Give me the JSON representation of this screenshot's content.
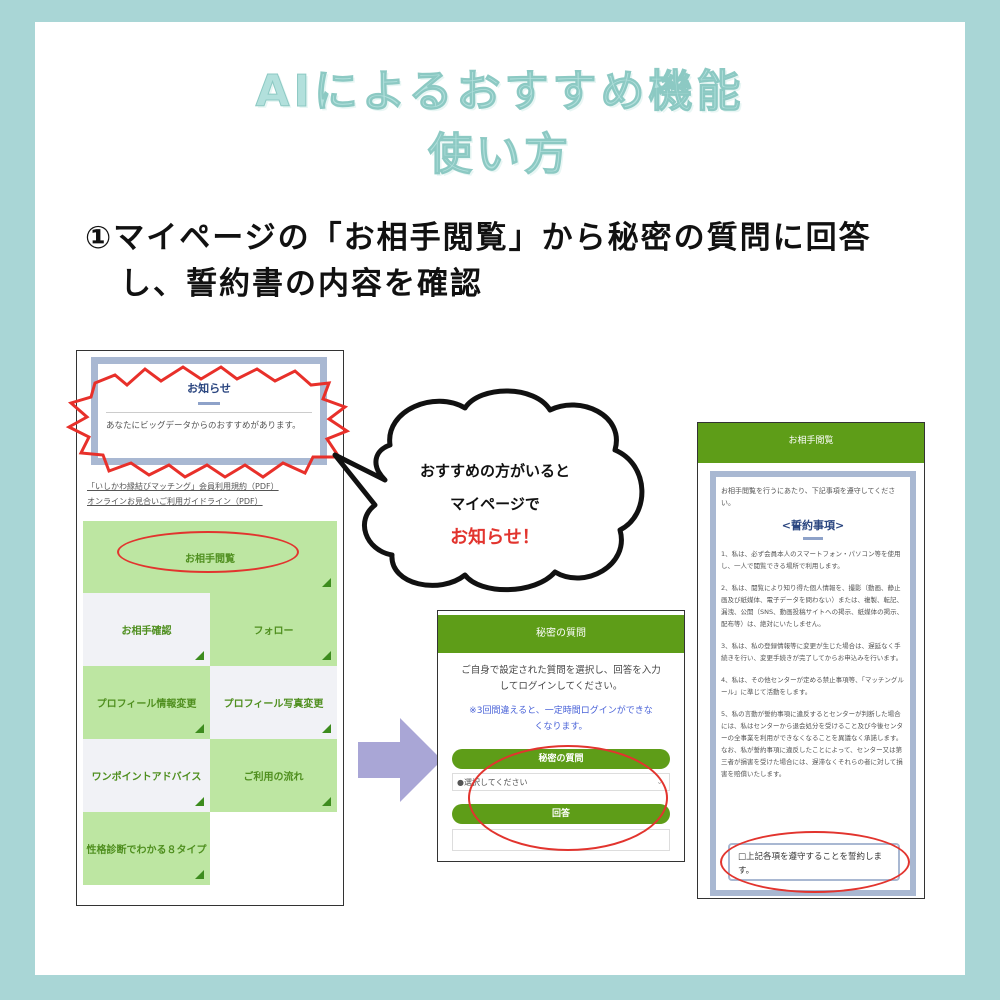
{
  "header": {
    "title_line1": "AIによるおすすめ機能",
    "title_line2": "使い方"
  },
  "step": {
    "line1": "①マイページの「お相手閲覧」から秘密の質問に回答",
    "line2": "し、誓約書の内容を確認"
  },
  "mypage": {
    "notice_title": "お知らせ",
    "notice_text": "あなたにビッグデータからのおすすめがあります。",
    "links": [
      "「いしかわ縁結びマッチング」会員利用規約（PDF）",
      "オンラインお見合いご利用ガイドライン（PDF）"
    ],
    "menu": [
      "お相手閲覧",
      "お相手確認",
      "フォロー",
      "プロフィール情報変更",
      "プロフィール写真変更",
      "ワンポイントアドバイス",
      "ご利用の流れ",
      "性格診断でわかる８タイプ"
    ]
  },
  "bubble": {
    "line1": "おすすめの方がいると",
    "line2": "マイページで",
    "line3": "お知らせ！"
  },
  "secret": {
    "header": "秘密の質問",
    "instruction": "ご自身で設定された質問を選択し、回答を入力してログインしてください。",
    "warning": "※3回間違えると、一定時間ログインができなくなります。",
    "question_label": "秘密の質問",
    "select_placeholder": "●選択してください",
    "answer_label": "回答",
    "answer_value": ""
  },
  "pledge": {
    "header": "お相手閲覧",
    "intro": "お相手閲覧を行うにあたり、下記事項を遵守してください。",
    "title": "<誓約事項>",
    "items": [
      "1、私は、必ず会員本人のスマートフォン・パソコン等を使用し、一人で閲覧できる場所で利用します。",
      "2、私は、閲覧により知り得た個人情報を、撮影（動画、静止画及び紙媒体、電子データを問わない）または、複製、転記、漏洩、公開（SNS、動画投稿サイトへの掲示、紙媒体の掲示、配布等）は、絶対にいたしません。",
      "3、私は、私の登録情報等に変更が生じた場合は、遅延なく手続きを行い、変更手続きが完了してからお申込みを行います。",
      "4、私は、その他センターが定める禁止事項等、「マッチングルール」に準じて活動をします。",
      "5、私の言動が誓約事項に違反するとセンターが判断した場合には、私はセンターから退会処分を受けること及び今後センターの全事業を利用ができなくなることを異議なく承諾します。なお、私が誓約事項に違反したことによって、センター又は第三者が損害を受けた場合には、遅滞なくそれらの者に対して損害を賠償いたします。"
    ],
    "agree_label": "□上記各項を遵守することを誓約します。"
  },
  "colors": {
    "frame": "#a9d6d6",
    "green": "#5e9d18",
    "red": "#e2342e",
    "arrow": "#a9a6d6"
  }
}
